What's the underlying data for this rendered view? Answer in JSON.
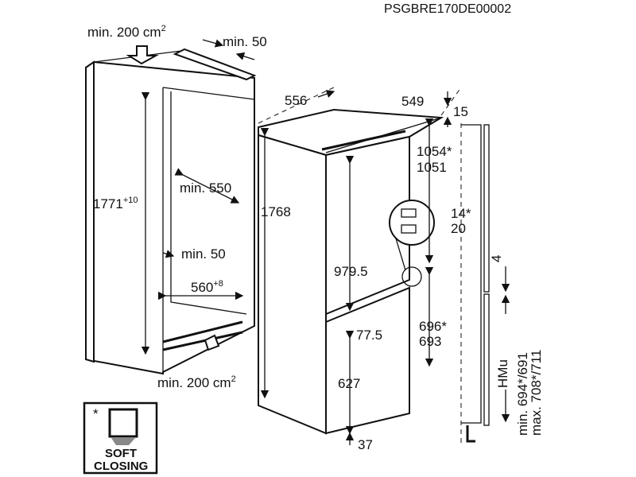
{
  "code": "PSGBRE170DE00002",
  "niche": {
    "vent_top": "min. 200 cm",
    "vent_top_sup": "2",
    "top_depth": "min. 50",
    "height": "1771",
    "height_sup": "+10",
    "depth": "min. 550",
    "side_gap": "min. 50",
    "width": "560",
    "width_sup": "+8",
    "vent_bottom": "min. 200 cm",
    "vent_bottom_sup": "2"
  },
  "appliance": {
    "width": "556",
    "depth": "549",
    "top_gap": "15",
    "height": "1768",
    "upper_a": "1054*",
    "upper_b": "1051",
    "hinge_a": "14*",
    "hinge_b": "20",
    "upper_door": "979.5",
    "door_gap": "4",
    "lower_a": "696*",
    "lower_b": "693",
    "lower_offset": "77.5",
    "lower_door": "627",
    "bottom": "37",
    "hmu": "HMu",
    "hmu_min": "min. 694*/691",
    "hmu_max": "max. 708*/711"
  },
  "badge": {
    "star": "*",
    "line1": "SOFT",
    "line2": "CLOSING"
  }
}
